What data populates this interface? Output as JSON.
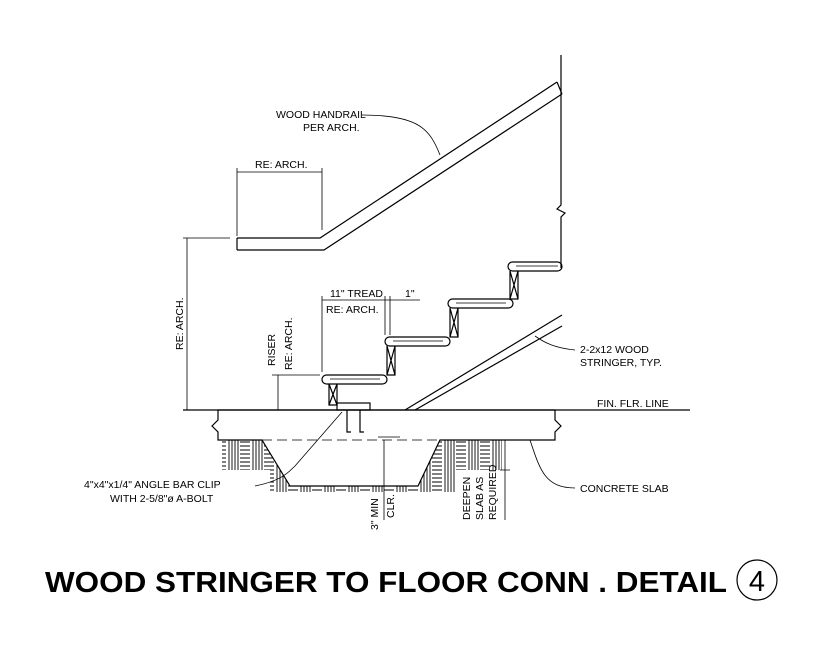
{
  "title": "WOOD STRINGER TO FLOOR CONN . DETAIL",
  "detail_number": "4",
  "labels": {
    "handrail_1": "WOOD HANDRAIL",
    "handrail_2": "PER ARCH.",
    "handrail_ext": "RE: ARCH.",
    "height": "RE: ARCH.",
    "riser_1": "RISER",
    "riser_2": "RE: ARCH.",
    "tread_1": "11\" TREAD",
    "tread_2": "RE: ARCH.",
    "nosing": "1\"",
    "stringer_1": "2-2x12 WOOD",
    "stringer_2": "STRINGER, TYP.",
    "floor_line": "FIN. FLR. LINE",
    "slab": "CONCRETE SLAB",
    "clip_1": "4\"x4\"x1/4\" ANGLE BAR CLIP",
    "clip_2": "WITH 2-5/8\"ø A-BOLT",
    "clr_1": "3\" MIN",
    "clr_2": "CLR.",
    "deepen_1": "DEEPEN",
    "deepen_2": "SLAB AS",
    "deepen_3": "REQUIRED"
  }
}
